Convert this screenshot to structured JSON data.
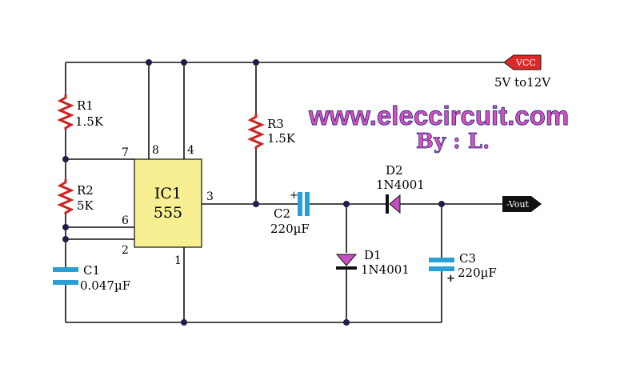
{
  "header": {
    "website": "www.eleccircuit.com",
    "author": "By : L."
  },
  "supply": {
    "vcc_tag": "VCC",
    "range": "5V  to12V",
    "output_tag": "-Vout"
  },
  "ic": {
    "name": "IC1",
    "type": "555",
    "pins": {
      "p8": "8",
      "p4": "4",
      "p7": "7",
      "p6": "6",
      "p2": "2",
      "p3": "3",
      "p1": "1"
    }
  },
  "components": {
    "r1": {
      "name": "R1",
      "value": "1.5K"
    },
    "r2": {
      "name": "R2",
      "value": "5K"
    },
    "r3": {
      "name": "R3",
      "value": "1.5K"
    },
    "c1": {
      "name": "C1",
      "value": "0.047µF"
    },
    "c2": {
      "name": "C2",
      "value": "220µF"
    },
    "c3": {
      "name": "C3",
      "value": "220µF"
    },
    "d1": {
      "name": "D1",
      "value": "1N4001"
    },
    "d2": {
      "name": "D2",
      "value": "1N4001"
    }
  },
  "colors": {
    "ic_fill": "#f7ef92",
    "resistor": "#cc2222",
    "capacitor": "#2a9fd6",
    "diode": "#c64fc0",
    "vcc_tag": "#e02828",
    "vout_tag": "#111111",
    "watermark": "#d94fc4"
  }
}
